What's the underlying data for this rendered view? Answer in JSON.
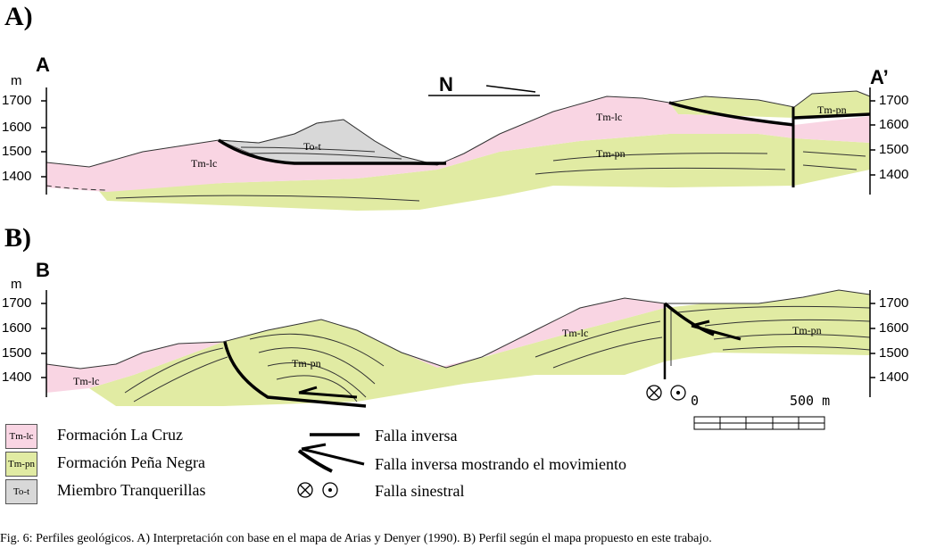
{
  "panels": {
    "a": "A)",
    "b": "B)"
  },
  "sections": {
    "a_start": "A",
    "a_end": "A’",
    "b_start": "B",
    "north": "N"
  },
  "axis": {
    "unit": "m",
    "ticks": [
      "1700",
      "1600",
      "1500",
      "1400"
    ]
  },
  "formations": {
    "lc": "Tm-lc",
    "pn": "Tm-pn",
    "tt": "To-t"
  },
  "scale": {
    "zero": "0",
    "length": "500 m"
  },
  "legend": {
    "units": [
      {
        "code": "Tm-lc",
        "label": "Formación La Cruz",
        "color": "#f9d5e3"
      },
      {
        "code": "Tm-pn",
        "label": "Formación Peña Negra",
        "color": "#e1eba3"
      },
      {
        "code": "To-t",
        "label": "Miembro Tranquerillas",
        "color": "#d8d8d8"
      }
    ],
    "structures": [
      {
        "label": "Falla inversa"
      },
      {
        "label": "Falla inversa mostrando el movimiento"
      },
      {
        "label": "Falla sinestral"
      }
    ]
  },
  "caption": "Fig. 6: Perfiles geológicos. A) Interpretación con base en el mapa de Arias y Denyer (1990). B) Perfil según el mapa propuesto en este trabajo."
}
